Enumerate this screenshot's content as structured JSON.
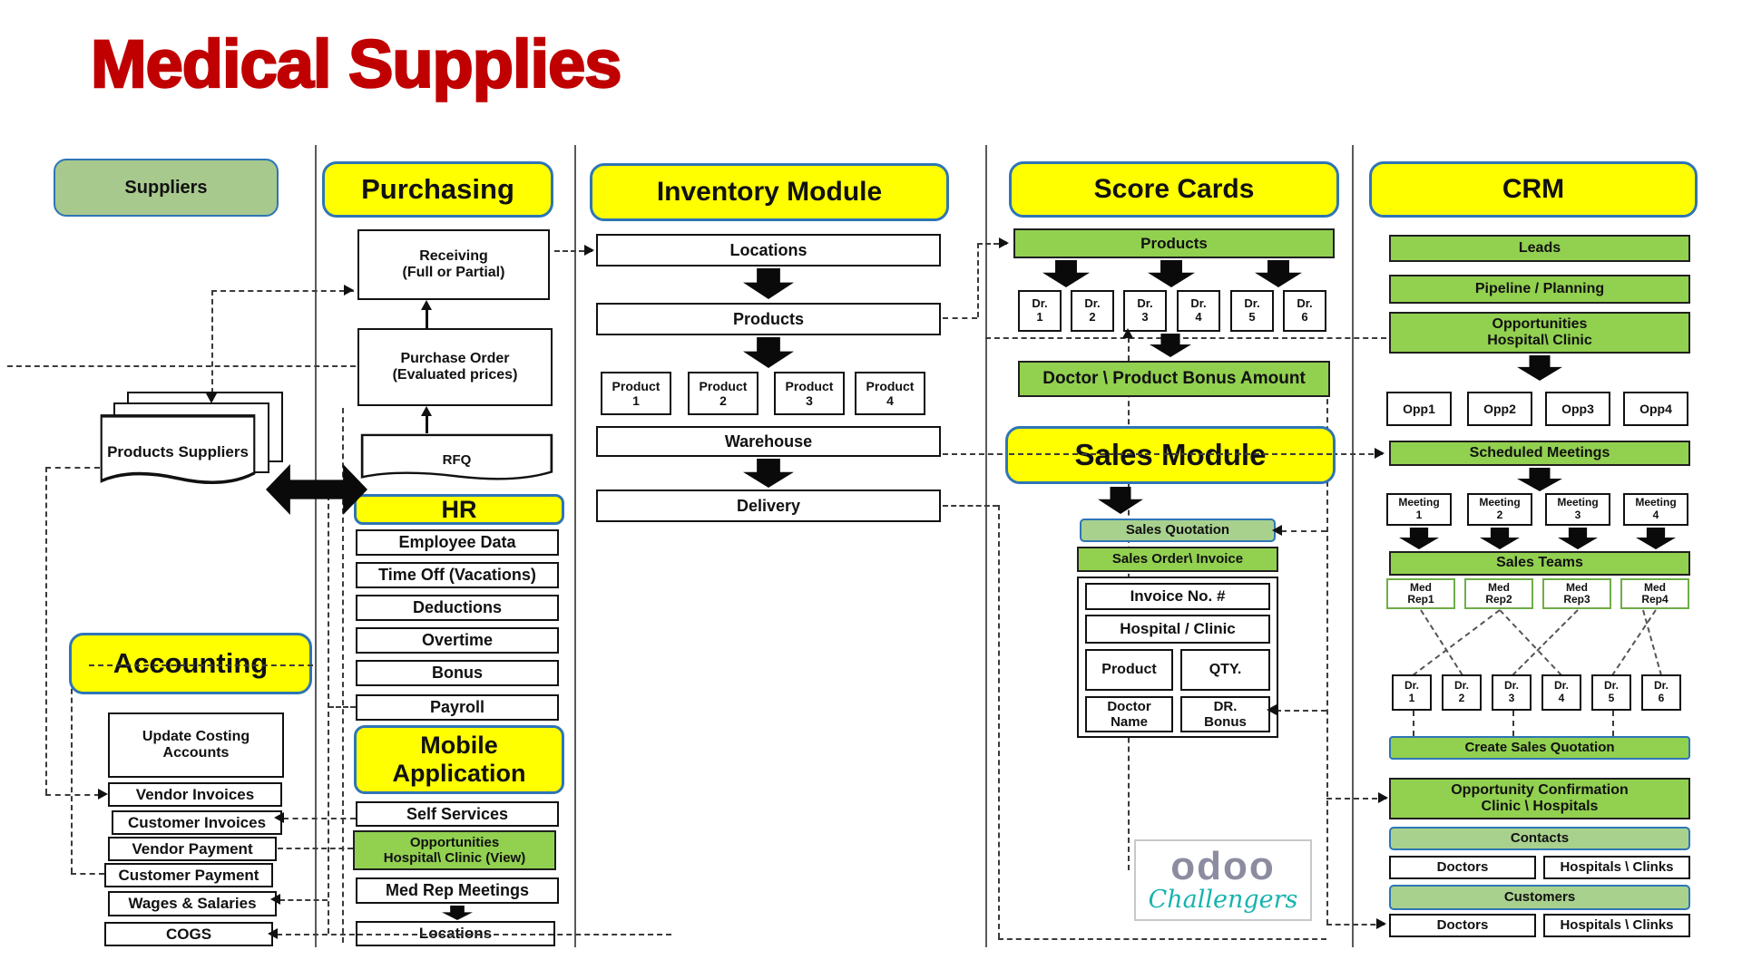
{
  "title": "Medical Supplies",
  "colors": {
    "yellow": "#FFFF00",
    "green": "#92D050",
    "light_green": "#A9D18E",
    "blue_border": "#2E75B6",
    "title_red": "#C00000",
    "logo_gray": "#8C8CA1",
    "logo_teal": "#17B3AE"
  },
  "suppliers": {
    "label": "Suppliers",
    "products_suppliers": "Products Suppliers"
  },
  "accounting": {
    "header": "Accounting",
    "items": [
      "Update Costing Accounts",
      "Vendor Invoices",
      "Customer Invoices",
      "Vendor Payment",
      "Customer Payment",
      "Wages & Salaries",
      "COGS"
    ]
  },
  "purchasing": {
    "header": "Purchasing",
    "receiving": {
      "l1": "Receiving",
      "l2": "(Full or Partial)"
    },
    "purchase_order": {
      "l1": "Purchase Order",
      "l2": "(Evaluated prices)"
    },
    "rfq": "RFQ"
  },
  "hr": {
    "header": "HR",
    "items": [
      "Employee Data",
      "Time Off (Vacations)",
      "Deductions",
      "Overtime",
      "Bonus",
      "Payroll"
    ]
  },
  "mobile": {
    "header": {
      "l1": "Mobile",
      "l2": "Application"
    },
    "self_services": "Self Services",
    "opportunities": {
      "l1": "Opportunities",
      "l2": "Hospital\\ Clinic (View)"
    },
    "med_rep_meetings": "Med Rep Meetings",
    "locations": "Locations"
  },
  "inventory": {
    "header": "Inventory Module",
    "locations": "Locations",
    "products": "Products",
    "product_boxes": [
      {
        "l1": "Product",
        "l2": "1"
      },
      {
        "l1": "Product",
        "l2": "2"
      },
      {
        "l1": "Product",
        "l2": "3"
      },
      {
        "l1": "Product",
        "l2": "4"
      }
    ],
    "warehouse": "Warehouse",
    "delivery": "Delivery"
  },
  "score_cards": {
    "header": "Score Cards",
    "products": "Products",
    "doctors": [
      {
        "l1": "Dr.",
        "l2": "1"
      },
      {
        "l1": "Dr.",
        "l2": "2"
      },
      {
        "l1": "Dr.",
        "l2": "3"
      },
      {
        "l1": "Dr.",
        "l2": "4"
      },
      {
        "l1": "Dr.",
        "l2": "5"
      },
      {
        "l1": "Dr.",
        "l2": "6"
      }
    ],
    "bonus": "Doctor \\ Product Bonus Amount"
  },
  "sales": {
    "header": "Sales Module",
    "quotation": "Sales Quotation",
    "order_invoice": "Sales Order\\ Invoice",
    "invoice_no": "Invoice No. #",
    "hospital_clinic": "Hospital / Clinic",
    "product": "Product",
    "qty": "QTY.",
    "doctor_name": {
      "l1": "Doctor",
      "l2": "Name"
    },
    "dr_bonus": {
      "l1": "DR.",
      "l2": "Bonus"
    }
  },
  "crm": {
    "header": "CRM",
    "leads": "Leads",
    "pipeline": "Pipeline / Planning",
    "opportunities": {
      "l1": "Opportunities",
      "l2": "Hospital\\ Clinic"
    },
    "opps": [
      "Opp1",
      "Opp2",
      "Opp3",
      "Opp4"
    ],
    "scheduled_meetings": "Scheduled Meetings",
    "meetings": [
      {
        "l1": "Meeting",
        "l2": "1"
      },
      {
        "l1": "Meeting",
        "l2": "2"
      },
      {
        "l1": "Meeting",
        "l2": "3"
      },
      {
        "l1": "Meeting",
        "l2": "4"
      }
    ],
    "sales_teams": "Sales Teams",
    "med_reps": [
      {
        "l1": "Med",
        "l2": "Rep1"
      },
      {
        "l1": "Med",
        "l2": "Rep2"
      },
      {
        "l1": "Med",
        "l2": "Rep3"
      },
      {
        "l1": "Med",
        "l2": "Rep4"
      }
    ],
    "doctors": [
      {
        "l1": "Dr.",
        "l2": "1"
      },
      {
        "l1": "Dr.",
        "l2": "2"
      },
      {
        "l1": "Dr.",
        "l2": "3"
      },
      {
        "l1": "Dr.",
        "l2": "4"
      },
      {
        "l1": "Dr.",
        "l2": "5"
      },
      {
        "l1": "Dr.",
        "l2": "6"
      }
    ],
    "create_sales_quotation": "Create Sales Quotation",
    "opportunity_confirmation": {
      "l1": "Opportunity Confirmation",
      "l2": "Clinic \\ Hospitals"
    },
    "contacts": "Contacts",
    "contacts_doctors": "Doctors",
    "contacts_hospitals": "Hospitals \\ Clinks",
    "customers": "Customers",
    "customers_doctors": "Doctors",
    "customers_hospitals": "Hospitals \\ Clinks"
  },
  "logo": {
    "brand": "odoo",
    "sub": "Challengers"
  }
}
